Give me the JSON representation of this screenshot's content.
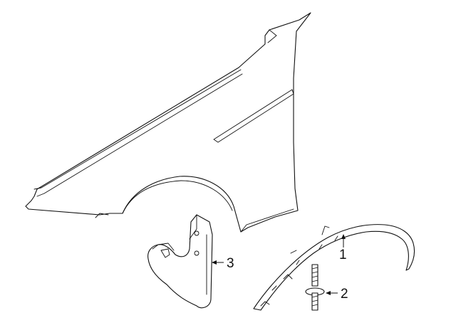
{
  "colors": {
    "line": "#111111",
    "background": "#ffffff"
  },
  "callouts": [
    {
      "id": "1",
      "label": "1"
    },
    {
      "id": "2",
      "label": "2"
    },
    {
      "id": "3",
      "label": "3"
    }
  ]
}
